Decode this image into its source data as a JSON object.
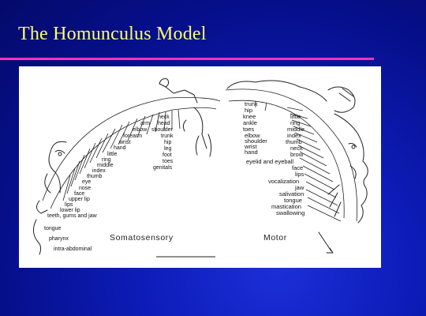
{
  "slide": {
    "title": "The Homunculus Model"
  },
  "figure": {
    "somatosensory": {
      "caption": "Somatosensory",
      "labels": [
        "neck",
        "head",
        "shoulder",
        "trunk",
        "hip",
        "leg",
        "foot",
        "toes",
        "genitals",
        "arm",
        "elbow",
        "forearm",
        "wrist",
        "hand",
        "little",
        "ring",
        "middle",
        "index",
        "thumb",
        "eye",
        "nose",
        "face",
        "upper lip",
        "lips",
        "lower lip",
        "teeth, gums and jaw",
        "tongue",
        "pharynx",
        "intra-abdominal"
      ]
    },
    "motor": {
      "caption": "Motor",
      "labels": [
        "trunk",
        "hip",
        "knee",
        "ankle",
        "toes",
        "elbow",
        "shoulder",
        "wrist",
        "hand",
        "little",
        "ring",
        "middle",
        "index",
        "thumb",
        "neck",
        "brow",
        "eyelid and eyeball",
        "face",
        "lips",
        "vocalization",
        "jaw",
        "salivation",
        "tongue",
        "mastication",
        "swallowing"
      ]
    }
  }
}
